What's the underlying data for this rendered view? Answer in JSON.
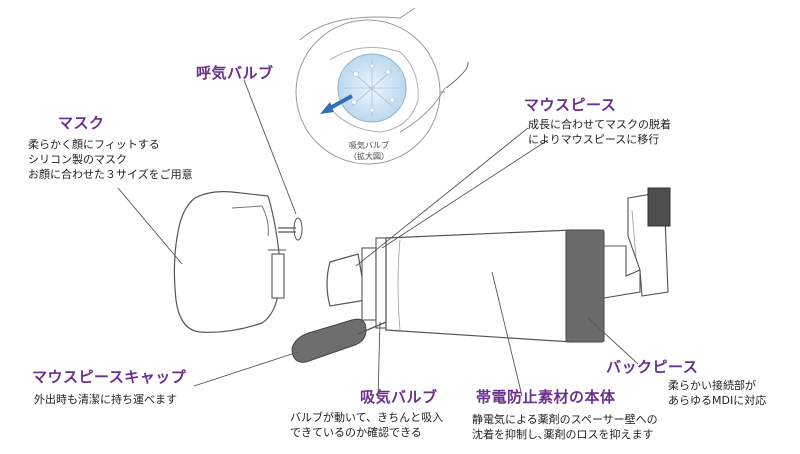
{
  "colors": {
    "title": "#6b2f8c",
    "line": "#555555",
    "cap": "#6e6e6e",
    "backpiece": "#6b6b6b",
    "valve_blue": "#cfe3f3",
    "arrow_blue": "#2f6fb5"
  },
  "labels": {
    "mask": {
      "title": "マスク",
      "lines": [
        "柔らかく顔にフィットする",
        "シリコン製のマスク",
        "お顔に合わせた３サイズをご用意"
      ]
    },
    "exhale_valve": {
      "title": "呼気バルブ"
    },
    "inset": {
      "caption_line1": "吸気バルブ",
      "caption_line2": "（拡大図）"
    },
    "mouthpiece": {
      "title": "マウスピース",
      "lines": [
        "成長に合わせてマスクの脱着",
        "によりマウスピースに移行"
      ]
    },
    "mouthpiece_cap": {
      "title": "マウスピースキャップ",
      "lines": [
        "外出時も清潔に持ち運べます"
      ]
    },
    "inhale_valve": {
      "title": "吸気バルブ",
      "lines": [
        "バルブが動いて、きちんと吸入",
        "できているのか確認できる"
      ]
    },
    "body": {
      "title": "帯電防止素材の本体",
      "lines": [
        "静電気による薬剤のスペーサー壁への",
        "沈着を抑制し､薬剤のロスを抑えます"
      ]
    },
    "backpiece": {
      "title": "バックピース",
      "lines": [
        "柔らかい接続部が",
        "あらゆるMDIに対応"
      ]
    }
  }
}
